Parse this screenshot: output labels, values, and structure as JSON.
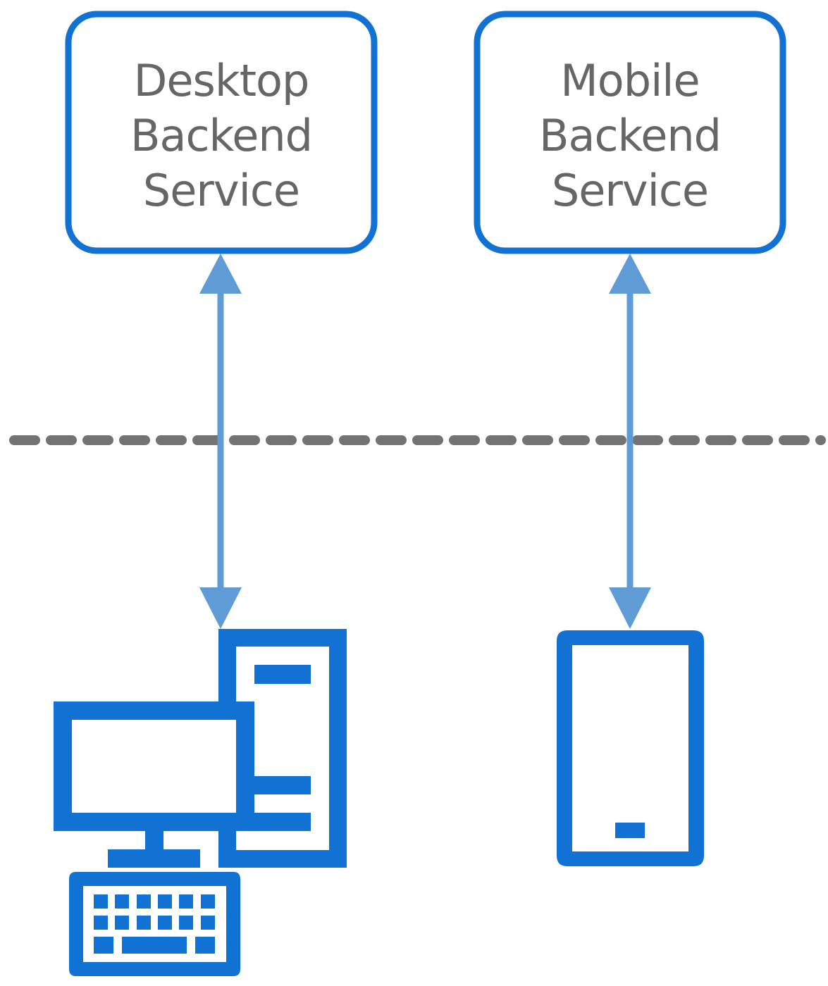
{
  "diagram": {
    "services": [
      {
        "id": "desktop",
        "lines": [
          "Desktop",
          "Backend",
          "Service"
        ]
      },
      {
        "id": "mobile",
        "lines": [
          "Mobile",
          "Backend",
          "Service"
        ]
      }
    ],
    "clients": [
      {
        "id": "desktop",
        "icon": "desktop-computer-icon"
      },
      {
        "id": "mobile",
        "icon": "mobile-phone-icon"
      }
    ],
    "boundary": {
      "style": "dashed"
    },
    "colors": {
      "box_stroke": "#1272d3",
      "label_text": "#666666",
      "arrow": "#5f9bd4",
      "boundary": "#737373",
      "device": "#1272d3"
    }
  }
}
